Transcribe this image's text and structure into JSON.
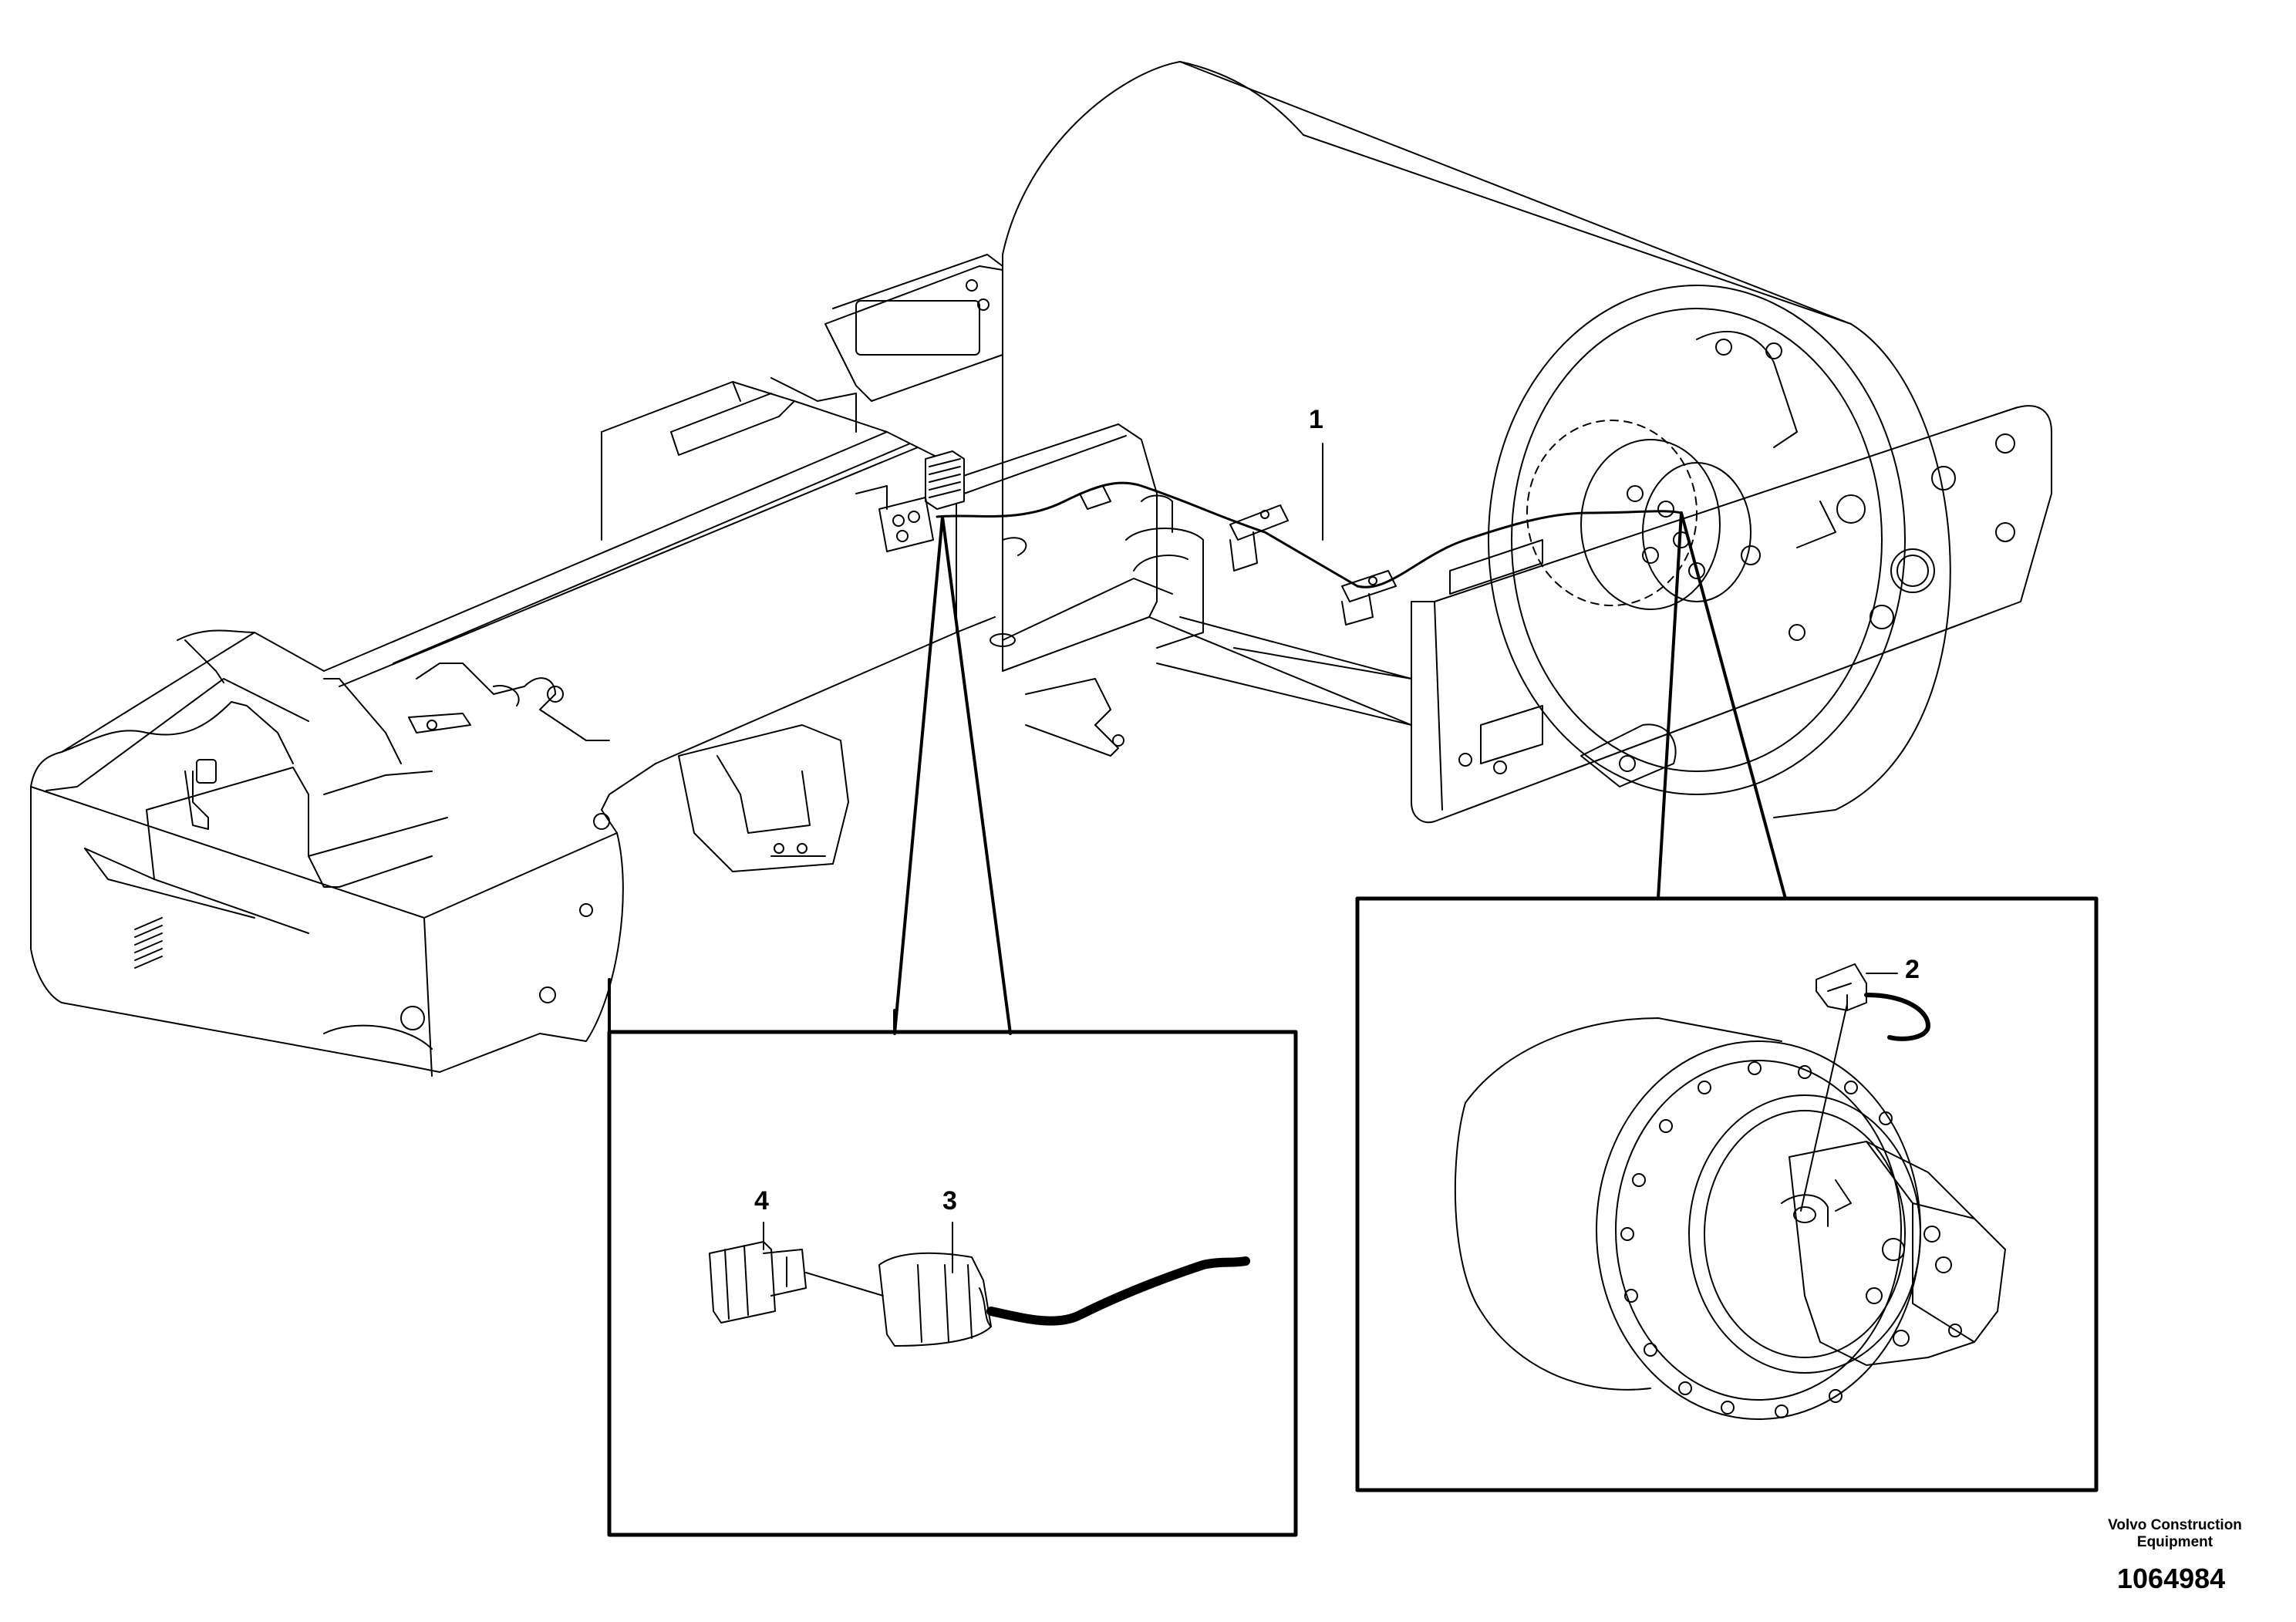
{
  "callouts": {
    "c1": "1",
    "c2": "2",
    "c3": "3",
    "c4": "4"
  },
  "credit": {
    "line1": "Volvo Construction",
    "line2": "Equipment"
  },
  "document_number": "1064984",
  "colors": {
    "line": "#000000",
    "background": "#ffffff"
  }
}
